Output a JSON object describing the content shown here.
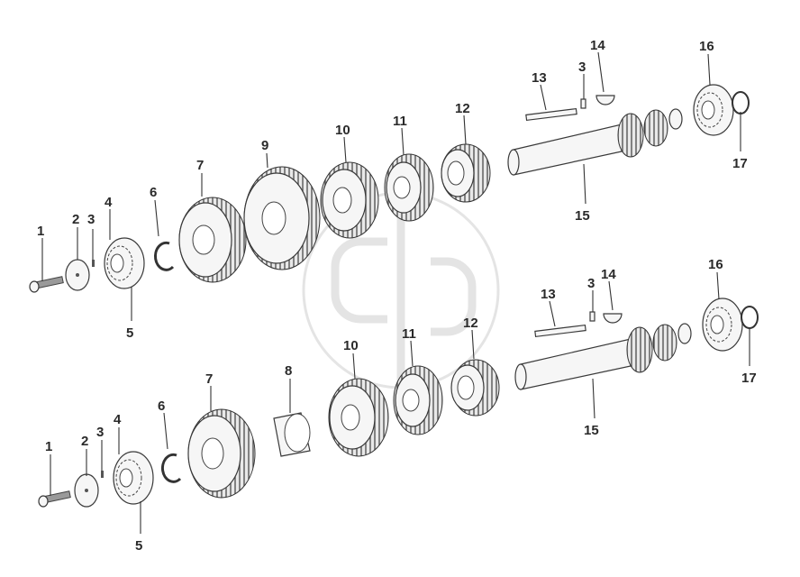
{
  "diagram": {
    "top_assembly": {
      "labels": [
        "1",
        "2",
        "3",
        "4",
        "5",
        "6",
        "7",
        "9",
        "10",
        "11",
        "12",
        "13",
        "3",
        "14",
        "15",
        "16",
        "17"
      ]
    },
    "bottom_assembly": {
      "labels": [
        "1",
        "2",
        "3",
        "4",
        "5",
        "6",
        "7",
        "8",
        "10",
        "11",
        "12",
        "13",
        "3",
        "14",
        "15",
        "16",
        "17"
      ]
    },
    "watermark": "logo",
    "colors": {
      "ink": "#333333",
      "paper": "#ffffff",
      "watermark": "#cfcfcf"
    }
  }
}
